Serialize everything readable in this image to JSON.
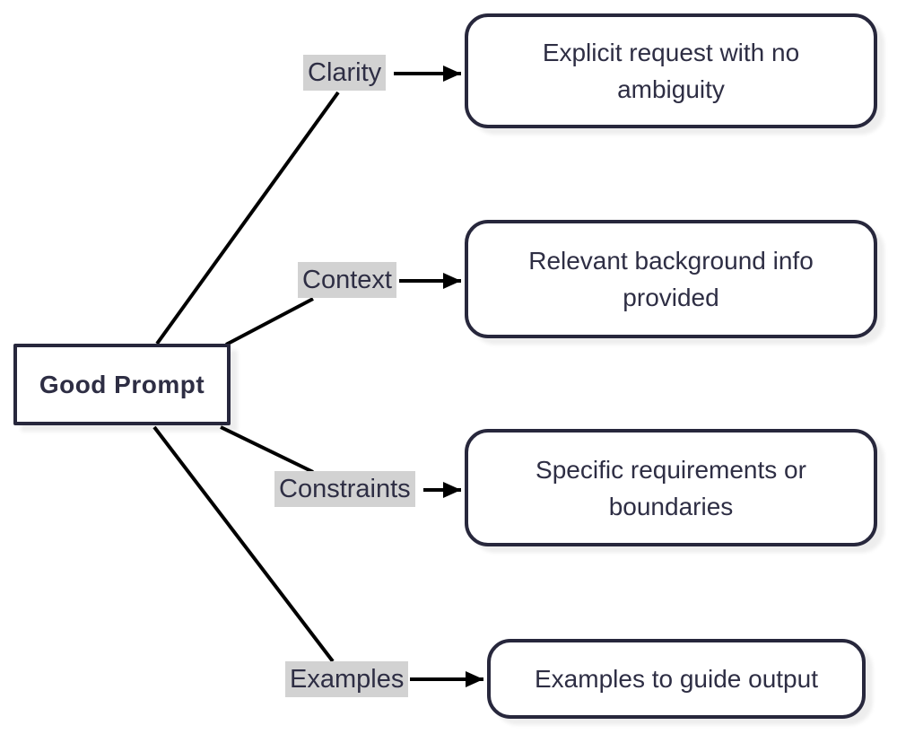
{
  "diagram": {
    "title": "Good Prompt flowchart",
    "type": "flowchart-left-right",
    "root": {
      "label": "Good Prompt"
    },
    "branches": [
      {
        "label": "Clarity",
        "target": "Explicit request with no ambiguity"
      },
      {
        "label": "Context",
        "target": "Relevant background info provided"
      },
      {
        "label": "Constraints",
        "target": "Specific requirements or boundaries"
      },
      {
        "label": "Examples",
        "target": "Examples to guide output"
      }
    ]
  },
  "colors": {
    "border": "#27273c",
    "text": "#2e2e44",
    "edge": "#000000",
    "label_bg": "#d2d2d2",
    "node_bg": "#ffffff",
    "canvas_bg": "#ffffff"
  }
}
